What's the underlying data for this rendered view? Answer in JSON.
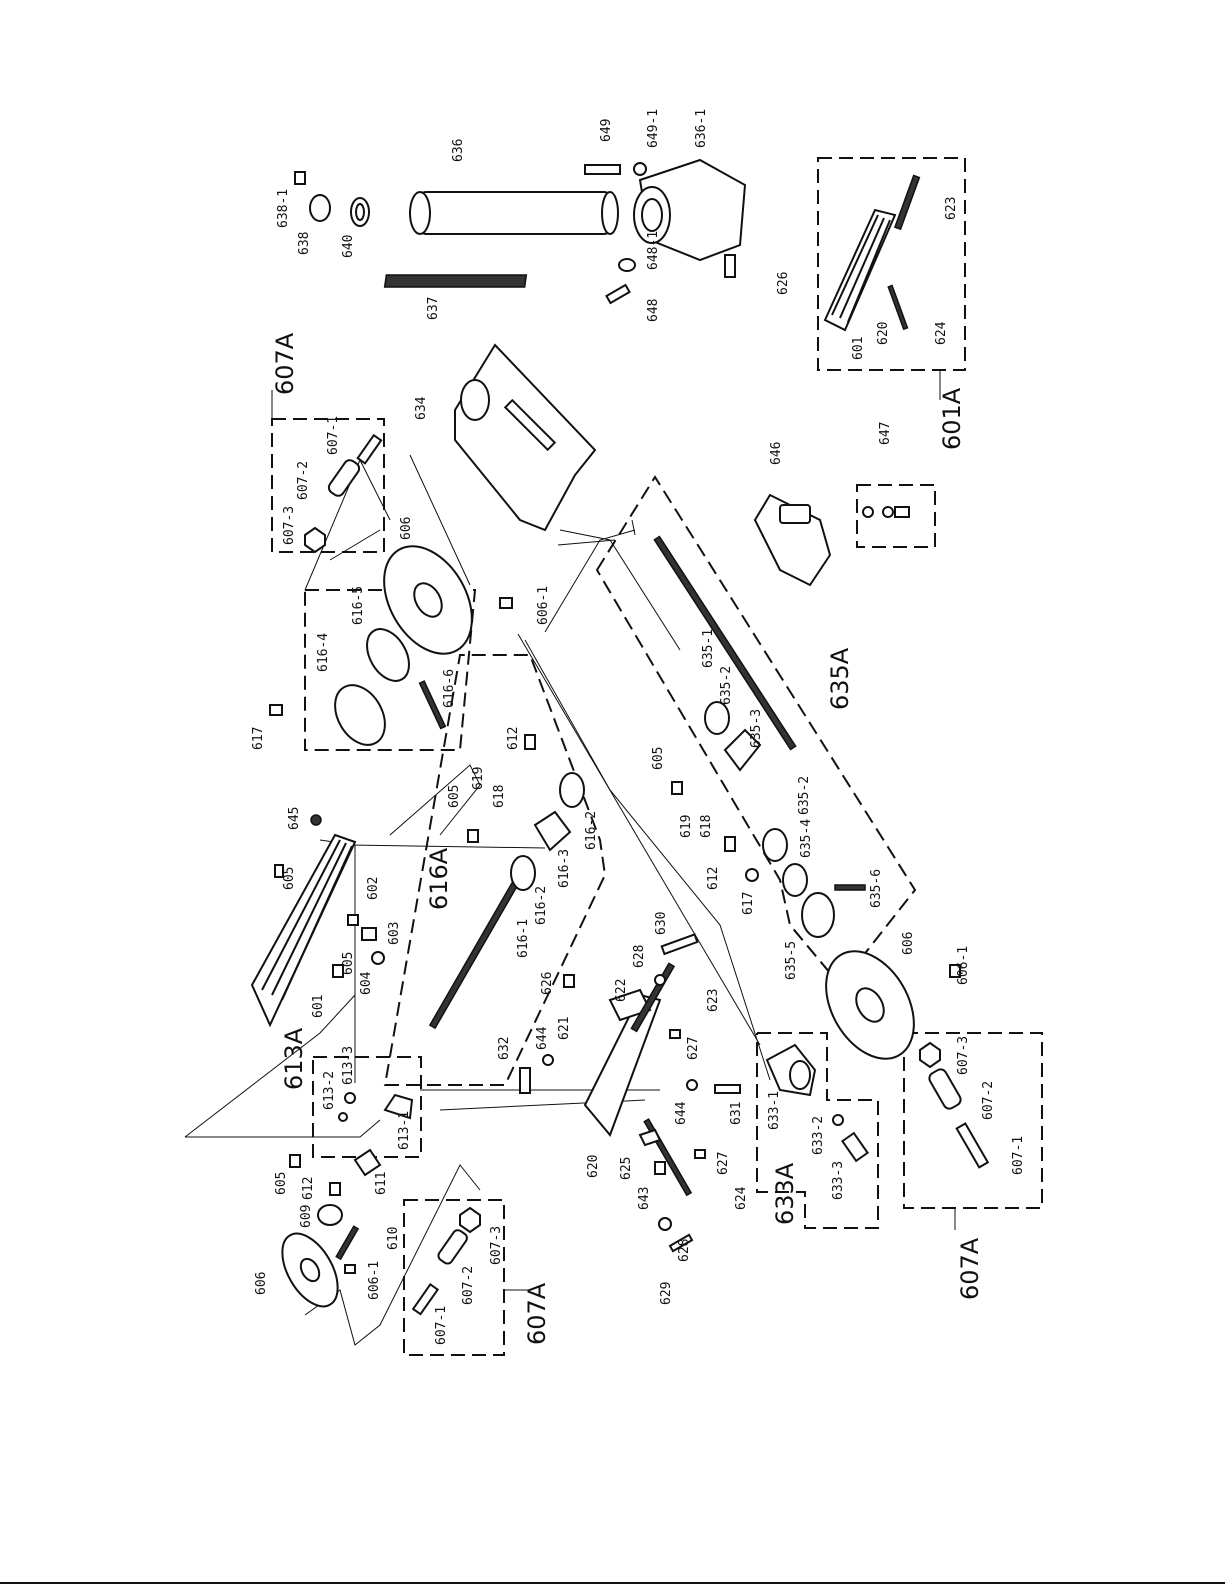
{
  "parts": {
    "p601a": "601",
    "p601b": "601",
    "p602": "602",
    "p603": "603",
    "p604": "604",
    "p605a": "605",
    "p605b": "605",
    "p605c": "605",
    "p605d": "605",
    "p605e": "605",
    "p606a": "606",
    "p606b": "606",
    "p606c": "606",
    "p606_1a": "606-1",
    "p606_1b": "606-1",
    "p606_1c": "606-1",
    "p607_1a": "607-1",
    "p607_1b": "607-1",
    "p607_1c": "607-1",
    "p607_2a": "607-2",
    "p607_2b": "607-2",
    "p607_2c": "607-2",
    "p607_3a": "607-3",
    "p607_3b": "607-3",
    "p607_3c": "607-3",
    "p609": "609",
    "p610": "610",
    "p611": "611",
    "p612a": "612",
    "p612b": "612",
    "p612c": "612",
    "p613_1": "613-1",
    "p613_2": "613-2",
    "p613_3": "613-3",
    "p616_1": "616-1",
    "p616_2a": "616-2",
    "p616_2b": "616-2",
    "p616_3": "616-3",
    "p616_4": "616-4",
    "p616_5": "616-5",
    "p616_6": "616-6",
    "p617a": "617",
    "p617b": "617",
    "p618a": "618",
    "p618b": "618",
    "p619a": "619",
    "p619b": "619",
    "p620a": "620",
    "p620b": "620",
    "p621": "621",
    "p622": "622",
    "p623a": "623",
    "p623b": "623",
    "p624a": "624",
    "p624b": "624",
    "p625": "625",
    "p626a": "626",
    "p626b": "626",
    "p627a": "627",
    "p627b": "627",
    "p628a": "628",
    "p628b": "628",
    "p629": "629",
    "p630": "630",
    "p631": "631",
    "p632": "632",
    "p633_1": "633-1",
    "p633_2": "633-2",
    "p633_3": "633-3",
    "p634": "634",
    "p635_1": "635-1",
    "p635_2a": "635-2",
    "p635_2b": "635-2",
    "p635_3": "635-3",
    "p635_4": "635-4",
    "p635_5": "635-5",
    "p635_6": "635-6",
    "p636": "636",
    "p636_1": "636-1",
    "p637": "637",
    "p638": "638",
    "p638_1": "638-1",
    "p640": "640",
    "p643": "643",
    "p644a": "644",
    "p644b": "644",
    "p645": "645",
    "p646": "646",
    "p647": "647",
    "p648": "648",
    "p648_1": "648-1",
    "p649": "649",
    "p649_1": "649-1"
  },
  "groups": {
    "g601A": "601A",
    "g607A_top": "607A",
    "g607A_left": "607A",
    "g607A_right": "607A",
    "g613A": "613A",
    "g616A": "616A",
    "g633A": "633A",
    "g635A": "635A"
  }
}
